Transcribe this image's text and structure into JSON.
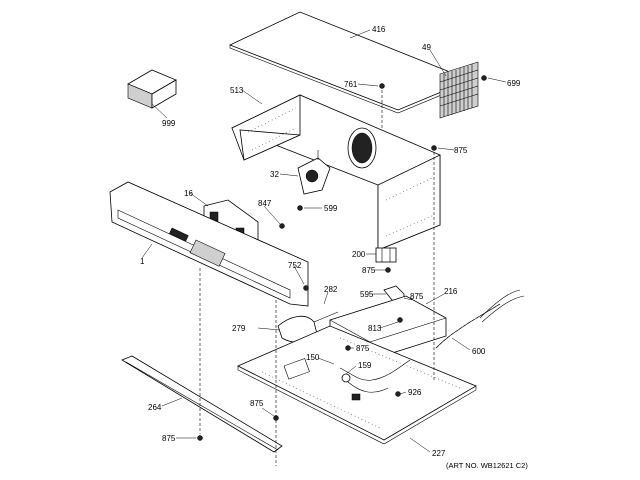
{
  "labels": {
    "l416": "416",
    "l49": "49",
    "l699": "699",
    "l761": "761",
    "l999": "999",
    "l513": "513",
    "l875a": "875",
    "l32": "32",
    "l16": "16",
    "l847": "847",
    "l599": "599",
    "l1": "1",
    "l200": "200",
    "l875b": "875",
    "l752": "752",
    "l282": "282",
    "l595": "595",
    "l875c": "875",
    "l216": "216",
    "l279": "279",
    "l813": "813",
    "l875d": "875",
    "l600": "600",
    "l150": "150",
    "l159": "159",
    "l926": "926",
    "l264": "264",
    "l875e": "875",
    "l875f": "875",
    "l227": "227"
  },
  "footer": {
    "art_no": "(ART NO. WB12621 C2)"
  }
}
